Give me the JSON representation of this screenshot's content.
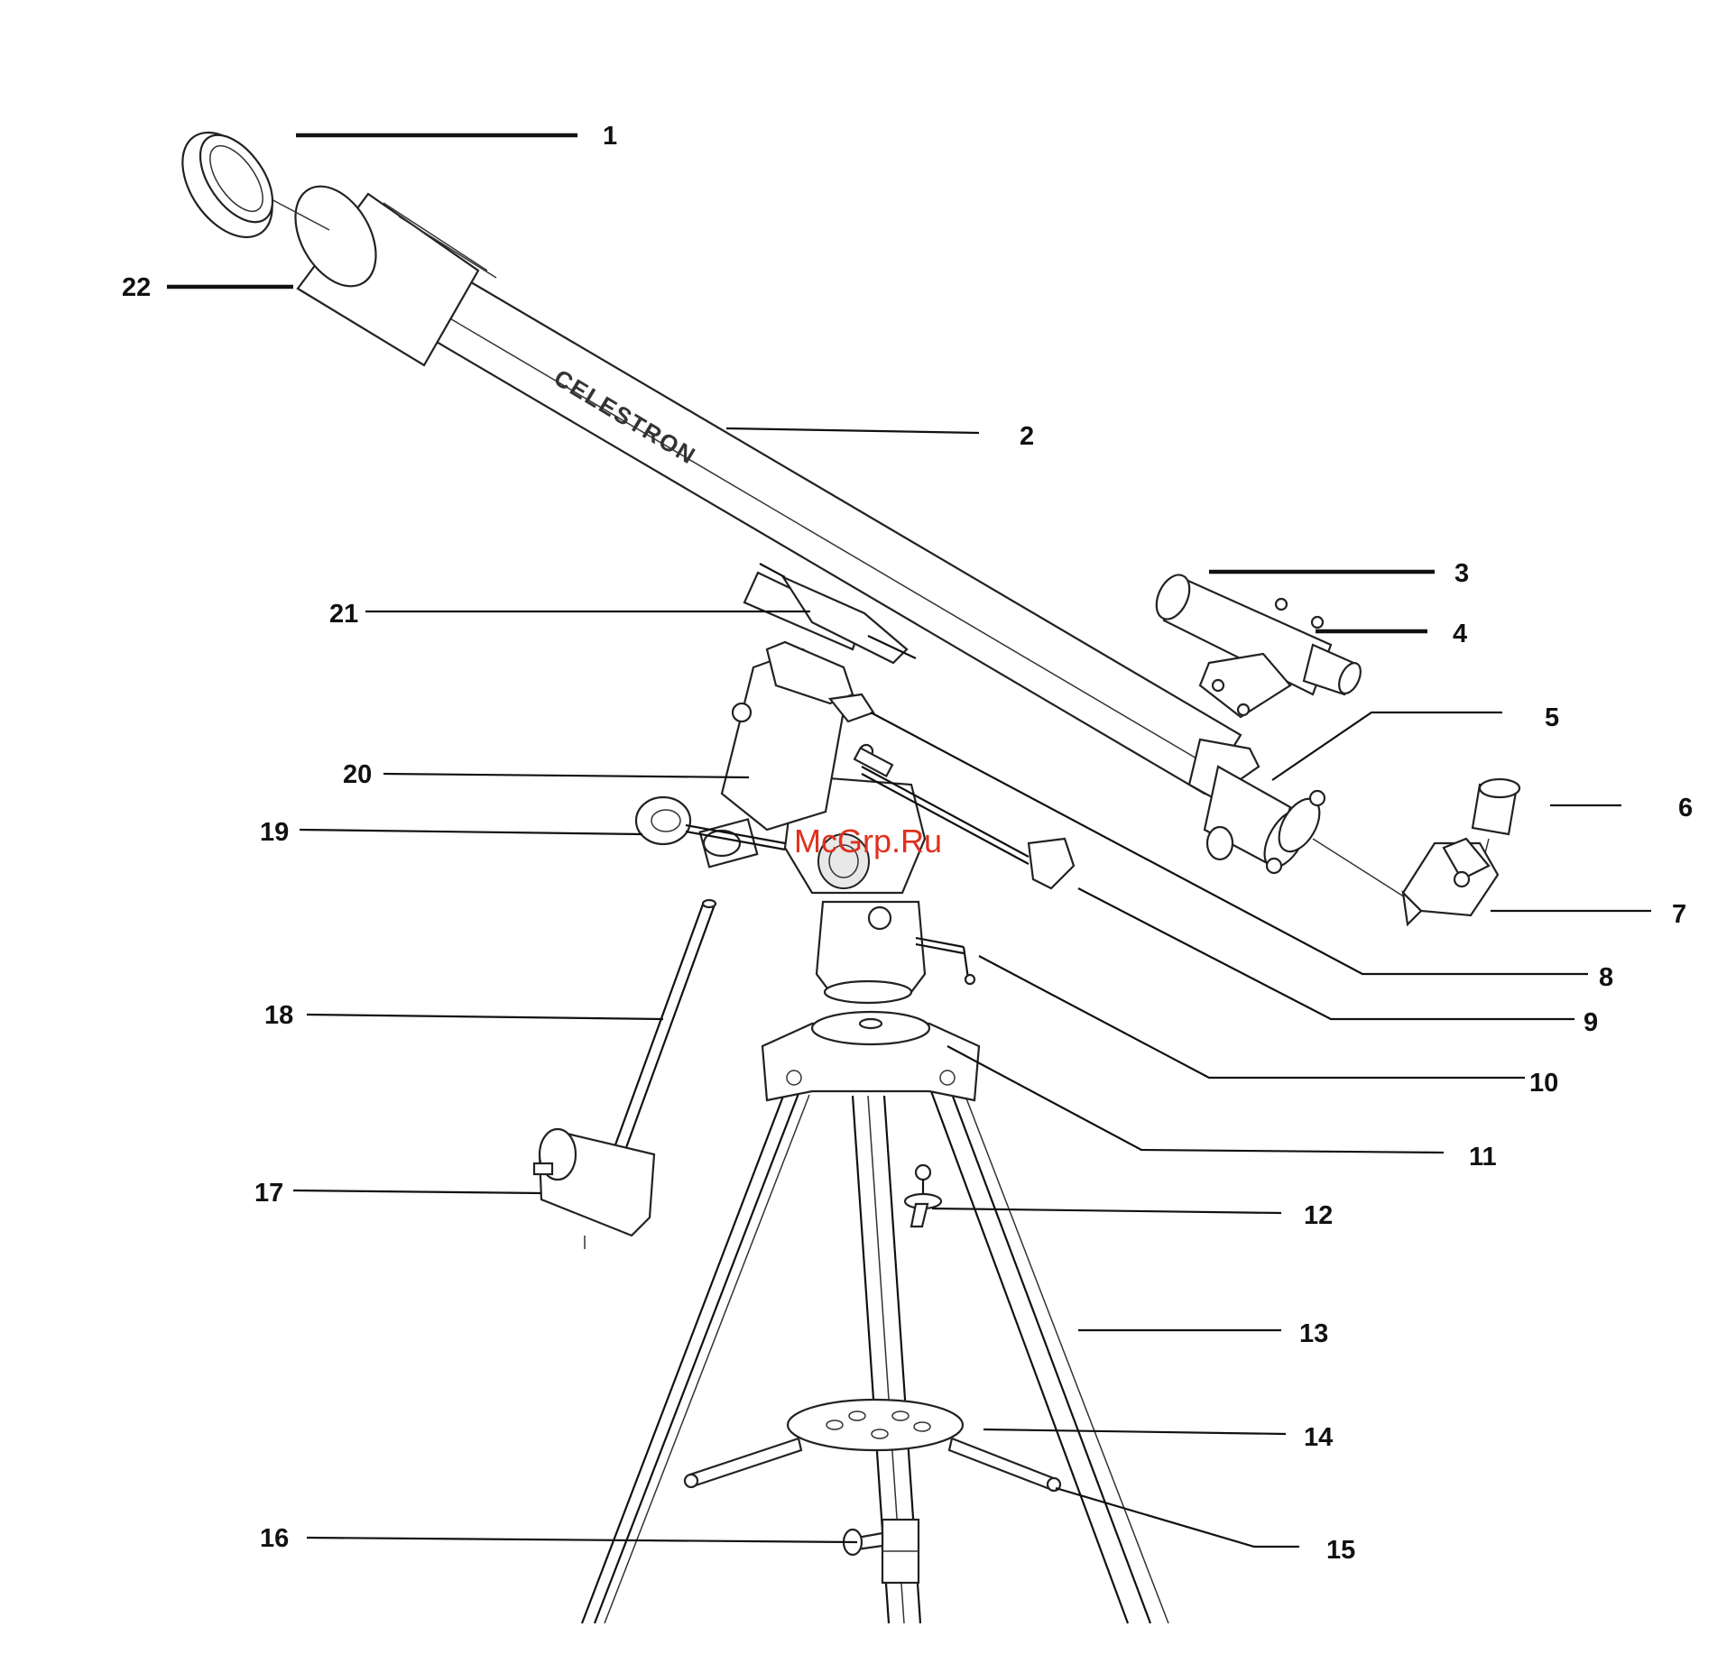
{
  "watermark": "McGrp.Ru",
  "brand_on_tube": "CELESTRON",
  "callouts": [
    "1",
    "2",
    "3",
    "4",
    "5",
    "6",
    "7",
    "8",
    "9",
    "10",
    "11",
    "12",
    "13",
    "14",
    "15",
    "16",
    "17",
    "18",
    "19",
    "20",
    "21",
    "22"
  ]
}
